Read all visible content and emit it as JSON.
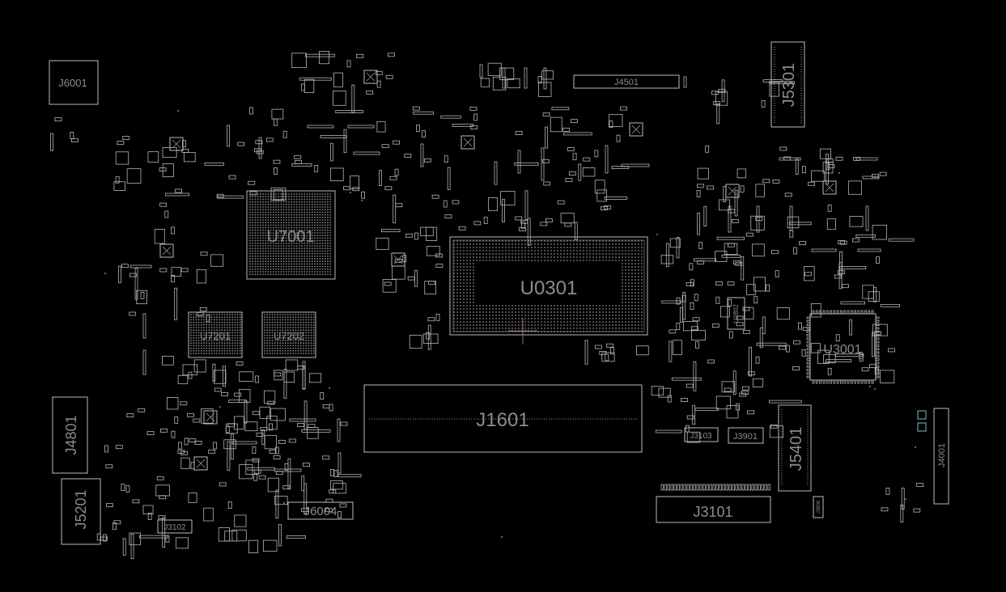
{
  "title": "",
  "refdes": {
    "U0301": "U0301",
    "U7001": "U7001",
    "U7201": "U7201",
    "U7202": "U7202",
    "U3001": "U3001",
    "J1601": "J1601",
    "J3101": "J3101",
    "J4501": "J4501",
    "J5301": "J5301",
    "J5401": "J5401",
    "J4801": "J4801",
    "J5201": "J5201",
    "J6001": "J6001",
    "J6004": "J6004",
    "J3102": "J3102",
    "J3103": "J3103",
    "J3901": "J3901",
    "J4001": "J4001",
    "U2802": "U2802",
    "J3806": "J3806"
  },
  "colors": {
    "background": "#000000",
    "outline": "#bdbdbd",
    "label": "#8c8c8c",
    "via": "#2aa7c0",
    "marker": "#a06b6b"
  }
}
